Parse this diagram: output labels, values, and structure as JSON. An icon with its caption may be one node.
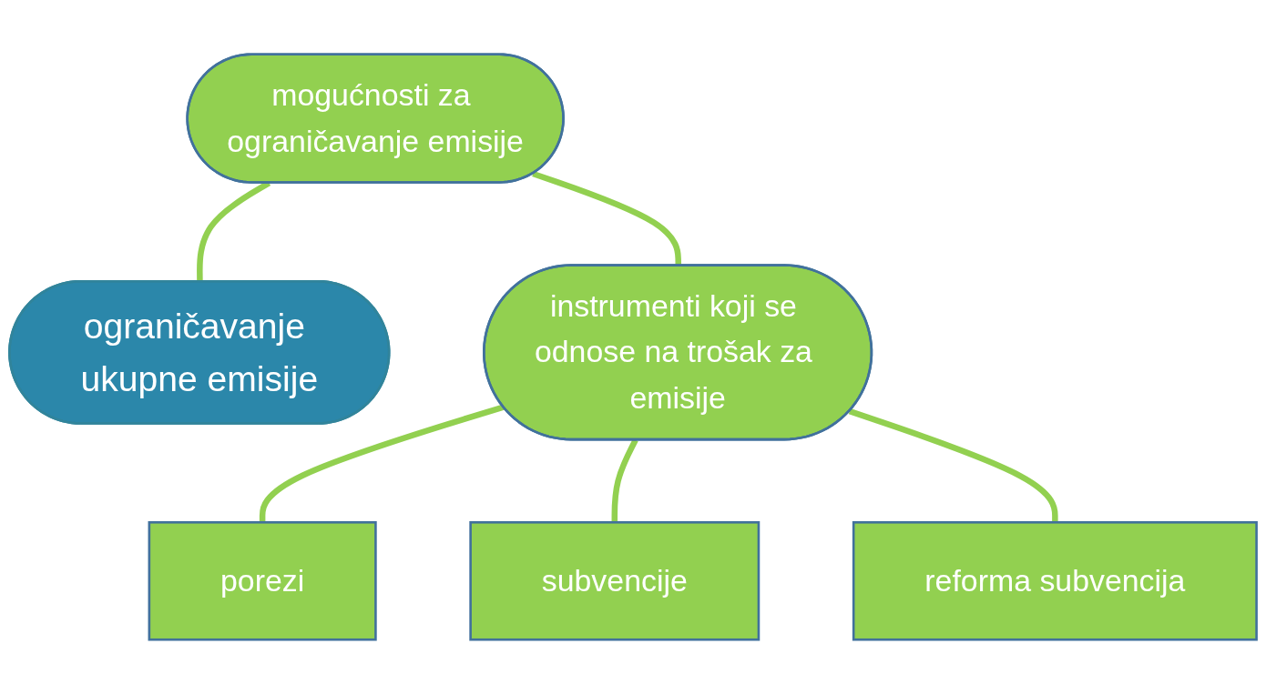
{
  "diagram": {
    "nodes": [
      {
        "text": [
          "mogućnosti za ograničavanje emisije"
        ]
      },
      {
        "text": [
          "ograničavanje ukupne emisije"
        ]
      },
      {
        "text": [
          "instrumenti koji se odnose na trošak za emisije"
        ]
      },
      {
        "text": [
          "porezi"
        ]
      },
      {
        "text": [
          "subvencije"
        ]
      },
      {
        "text": [
          "reforma subvencija"
        ]
      }
    ],
    "edges": [
      {
        "from": 0,
        "to": 1,
        "arrow": "none"
      },
      {
        "from": 0,
        "to": 2,
        "arrow": "none"
      },
      {
        "from": 2,
        "to": 3,
        "arrow": "none"
      },
      {
        "from": 2,
        "to": 4,
        "arrow": "none"
      },
      {
        "from": 2,
        "to": 5,
        "arrow": "none"
      }
    ]
  }
}
